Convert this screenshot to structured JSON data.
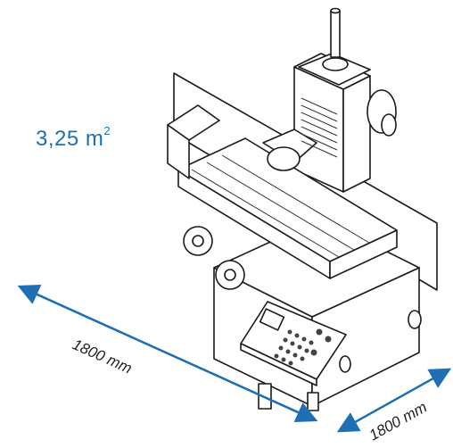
{
  "footprint": {
    "value": "3,25",
    "unit": "m",
    "exponent": "2"
  },
  "dimensions": {
    "length": "1800 mm",
    "width": "1800 mm"
  },
  "colors": {
    "accent": "#1f6fb5",
    "line": "#1a1a1a",
    "shade": "#555555"
  }
}
